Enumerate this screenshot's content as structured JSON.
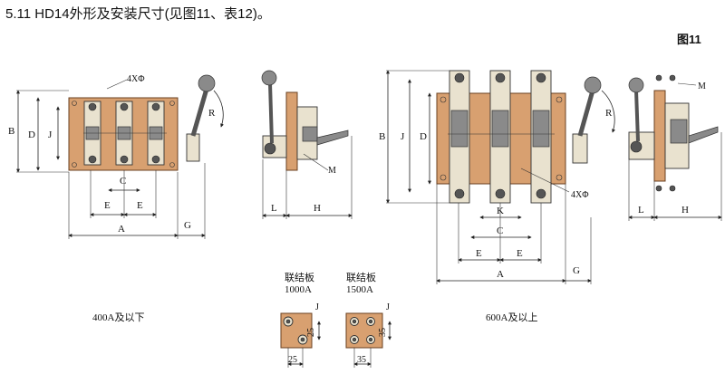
{
  "header": {
    "title": "5.11 HD14外形及安装尺寸(见图11、表12)。",
    "figure_number": "图11"
  },
  "dimension_labels": {
    "A": "A",
    "B": "B",
    "C": "C",
    "D": "D",
    "E": "E",
    "G": "G",
    "H": "H",
    "J": "J",
    "K": "K",
    "L": "L",
    "M": "M",
    "R": "R",
    "holes": "4XΦ"
  },
  "captions": {
    "small_range": "400A及以下",
    "large_range": "600A及以上"
  },
  "link_plates": [
    {
      "title": "联结板",
      "rating": "1000A",
      "pitch": "25"
    },
    {
      "title": "联结板",
      "rating": "1500A",
      "pitch": "35"
    }
  ],
  "colors": {
    "plate": "#d8a070",
    "metal": "#e9e2cf",
    "line": "#222222"
  }
}
